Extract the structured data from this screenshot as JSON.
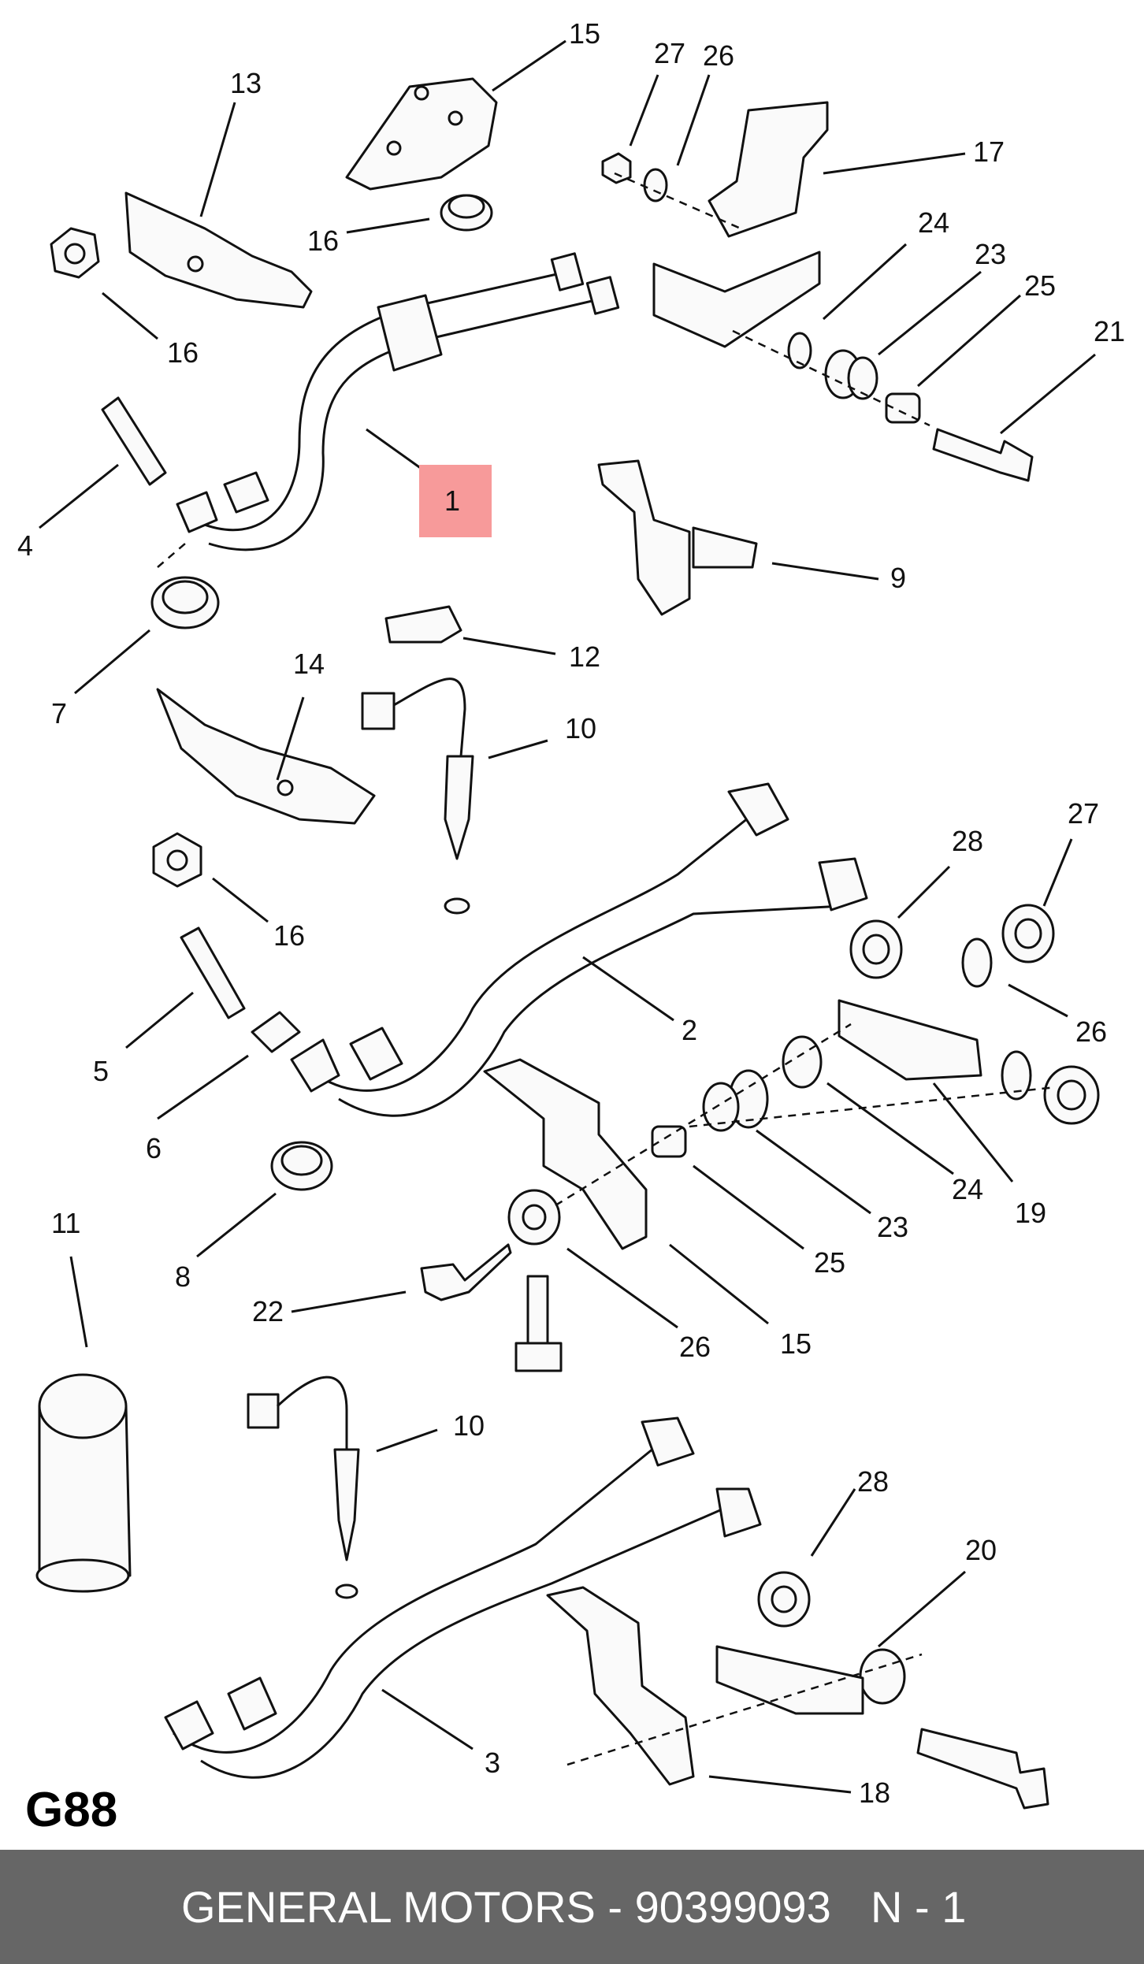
{
  "diagram": {
    "code": "G88",
    "highlighted_callout": "1",
    "callouts": [
      "15",
      "13",
      "27",
      "26",
      "17",
      "16",
      "16",
      "24",
      "23",
      "25",
      "21",
      "4",
      "1",
      "9",
      "7",
      "12",
      "14",
      "10",
      "28",
      "27",
      "16",
      "2",
      "26",
      "5",
      "6",
      "24",
      "19",
      "23",
      "8",
      "25",
      "11",
      "22",
      "26",
      "15",
      "10",
      "28",
      "20",
      "3",
      "18"
    ]
  },
  "footer": {
    "title": "GENERAL MOTORS - 90399093",
    "quantity": "N - 1"
  },
  "colors": {
    "highlight": "#f79a9a",
    "footer_bg": "#666666",
    "footer_text": "#ffffff"
  }
}
